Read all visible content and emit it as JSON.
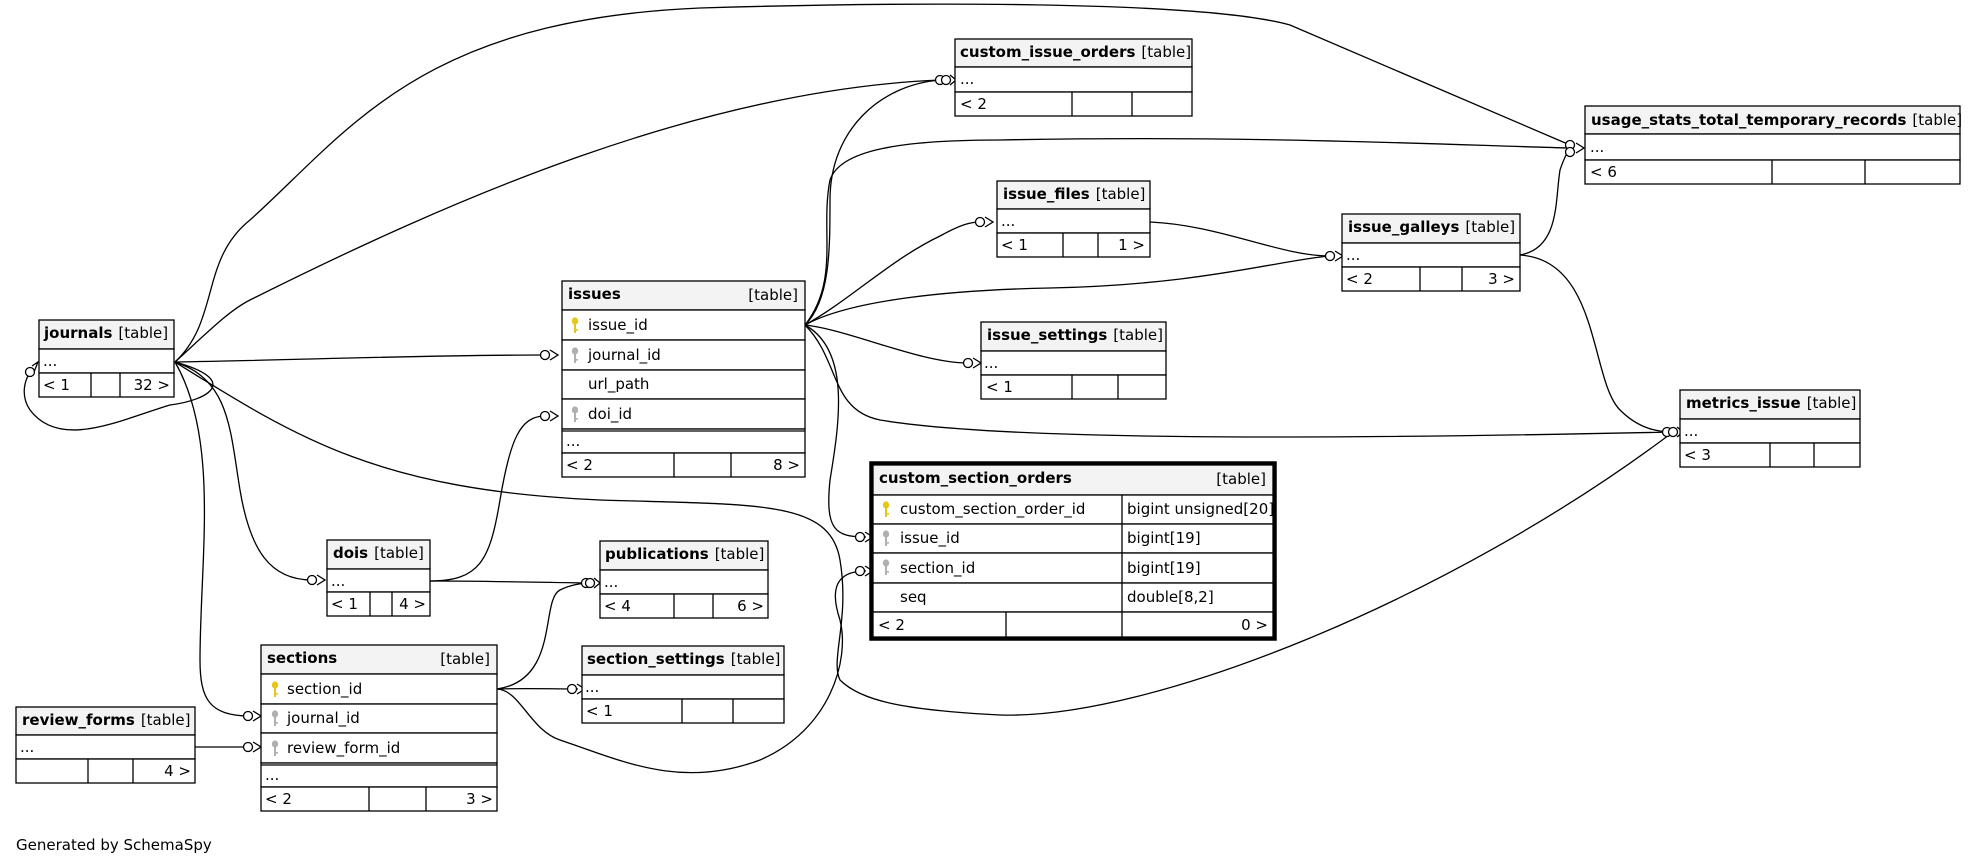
{
  "footer": "Generated by SchemaSpy",
  "tag": "[table]",
  "colors": {
    "header": "#f3f3f3",
    "pk_key": "#e6c619",
    "fk_key": "#b0b0b0",
    "border": "#000000"
  },
  "tables": {
    "custom_issue_orders": {
      "name": "custom_issue_orders",
      "rows": [
        "..."
      ],
      "footer": [
        "< 2",
        "",
        ""
      ]
    },
    "usage_stats": {
      "name": "usage_stats_total_temporary_records",
      "rows": [
        "..."
      ],
      "footer": [
        "< 6",
        "",
        ""
      ]
    },
    "issue_files": {
      "name": "issue_files",
      "rows": [
        "..."
      ],
      "footer": [
        "< 1",
        "",
        "1 >"
      ]
    },
    "issue_galleys": {
      "name": "issue_galleys",
      "rows": [
        "..."
      ],
      "footer": [
        "< 2",
        "",
        "3 >"
      ]
    },
    "issue_settings": {
      "name": "issue_settings",
      "rows": [
        "..."
      ],
      "footer": [
        "< 1",
        "",
        ""
      ]
    },
    "issues": {
      "name": "issues",
      "rows": [
        "issue_id",
        "journal_id",
        "url_path",
        "doi_id",
        "..."
      ],
      "footer": [
        "< 2",
        "",
        "8 >"
      ]
    },
    "journals": {
      "name": "journals",
      "rows": [
        "..."
      ],
      "footer": [
        "< 1",
        "",
        "32 >"
      ]
    },
    "metrics_issue": {
      "name": "metrics_issue",
      "rows": [
        "..."
      ],
      "footer": [
        "< 3",
        "",
        ""
      ]
    },
    "custom_section_orders": {
      "name": "custom_section_orders",
      "rows": [
        "custom_section_order_id",
        "issue_id",
        "section_id",
        "seq"
      ],
      "types": [
        "bigint unsigned[20]",
        "bigint[19]",
        "bigint[19]",
        "double[8,2]"
      ],
      "footer": [
        "< 2",
        "",
        "0 >"
      ]
    },
    "dois": {
      "name": "dois",
      "rows": [
        "..."
      ],
      "footer": [
        "< 1",
        "",
        "4 >"
      ]
    },
    "publications": {
      "name": "publications",
      "rows": [
        "..."
      ],
      "footer": [
        "< 4",
        "",
        "6 >"
      ]
    },
    "section_settings": {
      "name": "section_settings",
      "rows": [
        "..."
      ],
      "footer": [
        "< 1",
        "",
        ""
      ]
    },
    "sections": {
      "name": "sections",
      "rows": [
        "section_id",
        "journal_id",
        "review_form_id",
        "..."
      ],
      "footer": [
        "< 2",
        "",
        "3 >"
      ]
    },
    "review_forms": {
      "name": "review_forms",
      "rows": [
        "..."
      ],
      "footer": [
        "",
        "",
        "4 >"
      ]
    }
  }
}
